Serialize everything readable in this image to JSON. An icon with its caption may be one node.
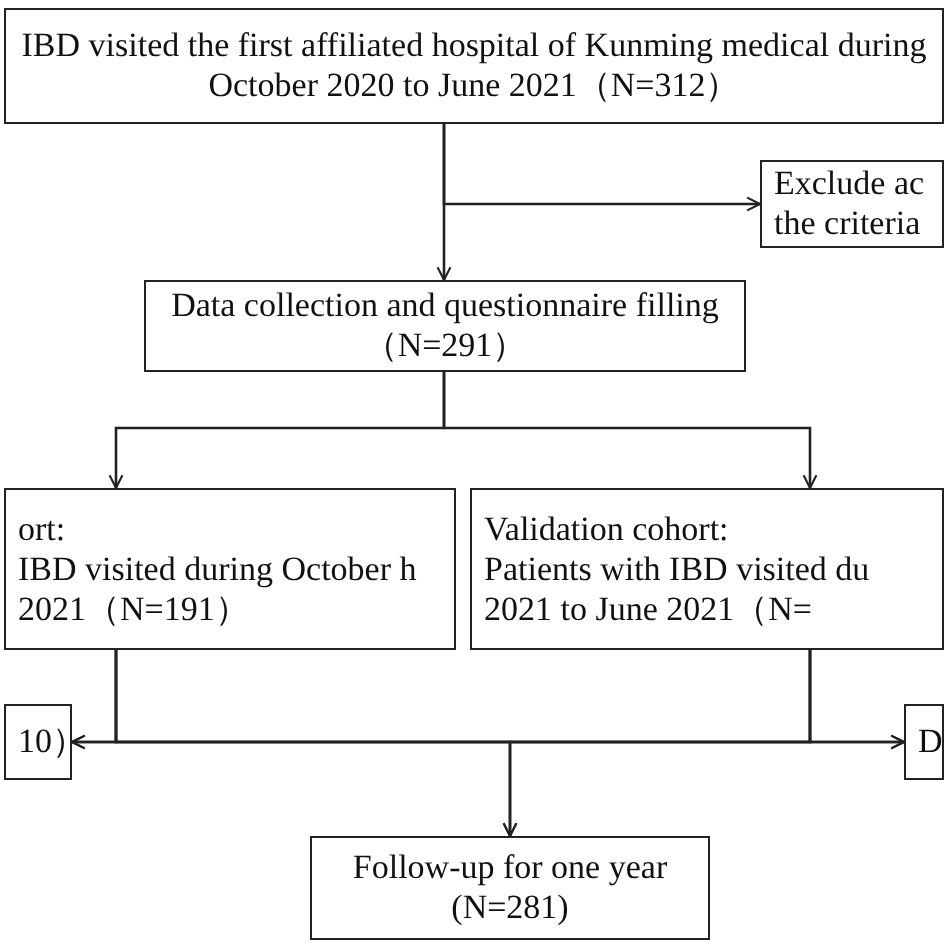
{
  "diagram": {
    "nodes": [
      {
        "text": [
          "IBD visited the first affiliated hospital of Kunming medical during October 2020 to June 2021（N=312）"
        ]
      },
      {
        "text": [
          "Exclude ac the criteria"
        ]
      },
      {
        "text": [
          "Data collection and questionnaire filling（N=291）"
        ]
      },
      {
        "text": [
          "ort:",
          "IBD visited during October h 2021（N=191）"
        ]
      },
      {
        "text": [
          "Validation cohort:",
          "Patients with IBD visited du 2021 to June 2021（N="
        ]
      },
      {
        "text": [
          "10）"
        ]
      },
      {
        "text": [
          "D"
        ]
      },
      {
        "text": [
          "Follow-up for one year (N=281)"
        ]
      }
    ],
    "edges": [
      {
        "from": 0,
        "to": 2,
        "arrow": "to"
      },
      {
        "from": 0,
        "to": 1,
        "arrow": "to"
      },
      {
        "from": 2,
        "to": 3,
        "arrow": "to"
      },
      {
        "from": 2,
        "to": 4,
        "arrow": "to"
      },
      {
        "from": 3,
        "to": 5,
        "arrow": "to"
      },
      {
        "from": 3,
        "to": 6,
        "arrow": "to"
      },
      {
        "from": 3,
        "to": 7,
        "arrow": "to"
      },
      {
        "from": 4,
        "to": 5,
        "arrow": "to"
      },
      {
        "from": 4,
        "to": 6,
        "arrow": "to"
      },
      {
        "from": 4,
        "to": 7,
        "arrow": "to"
      }
    ]
  }
}
